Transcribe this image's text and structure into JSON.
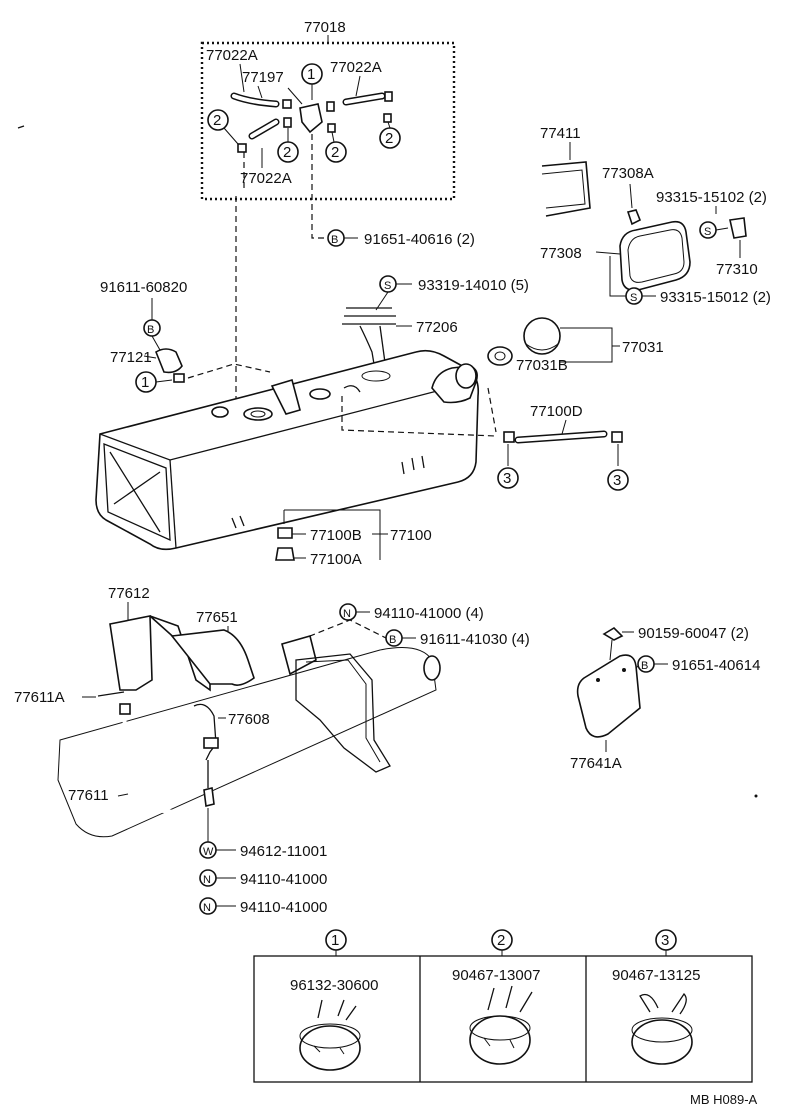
{
  "labels": {
    "p77018": "77018",
    "p77022A_top": "77022A",
    "p77197": "77197",
    "p77022A_right": "77022A",
    "p77022A_bottom": "77022A",
    "p91651_40616": "91651-40616 (2)",
    "p77411": "77411",
    "p77308A": "77308A",
    "p93315_15102": "93315-15102 (2)",
    "p77308": "77308",
    "p77310": "77310",
    "p93315_15012": "93315-15012 (2)",
    "p91611_60820": "91611-60820",
    "p93319_14010": "93319-14010 (5)",
    "p77206": "77206",
    "p77121": "77121",
    "p77031": "77031",
    "p77031B": "77031B",
    "p77100D": "77100D",
    "p77100B": "77100B",
    "p77100": "77100",
    "p77100A": "77100A",
    "p77612": "77612",
    "p77651": "77651",
    "p94110_41000_4": "94110-41000 (4)",
    "p91611_41030": "91611-41030 (4)",
    "p90159_60047": "90159-60047 (2)",
    "p91651_40614": "91651-40614",
    "p77611A": "77611A",
    "p77608": "77608",
    "p77641A": "77641A",
    "p77611": "77611",
    "p94612_11001": "94612-11001",
    "p94110_41000_a": "94110-41000",
    "p94110_41000_b": "94110-41000",
    "footer": "MB H089-A"
  },
  "markers": {
    "one": "1",
    "two": "2",
    "three": "3",
    "B": "B",
    "S": "S",
    "N": "N",
    "W": "W"
  },
  "clamp_table": [
    {
      "ref": "1",
      "part": "96132-30600"
    },
    {
      "ref": "2",
      "part": "90467-13007"
    },
    {
      "ref": "3",
      "part": "90467-13125"
    }
  ]
}
